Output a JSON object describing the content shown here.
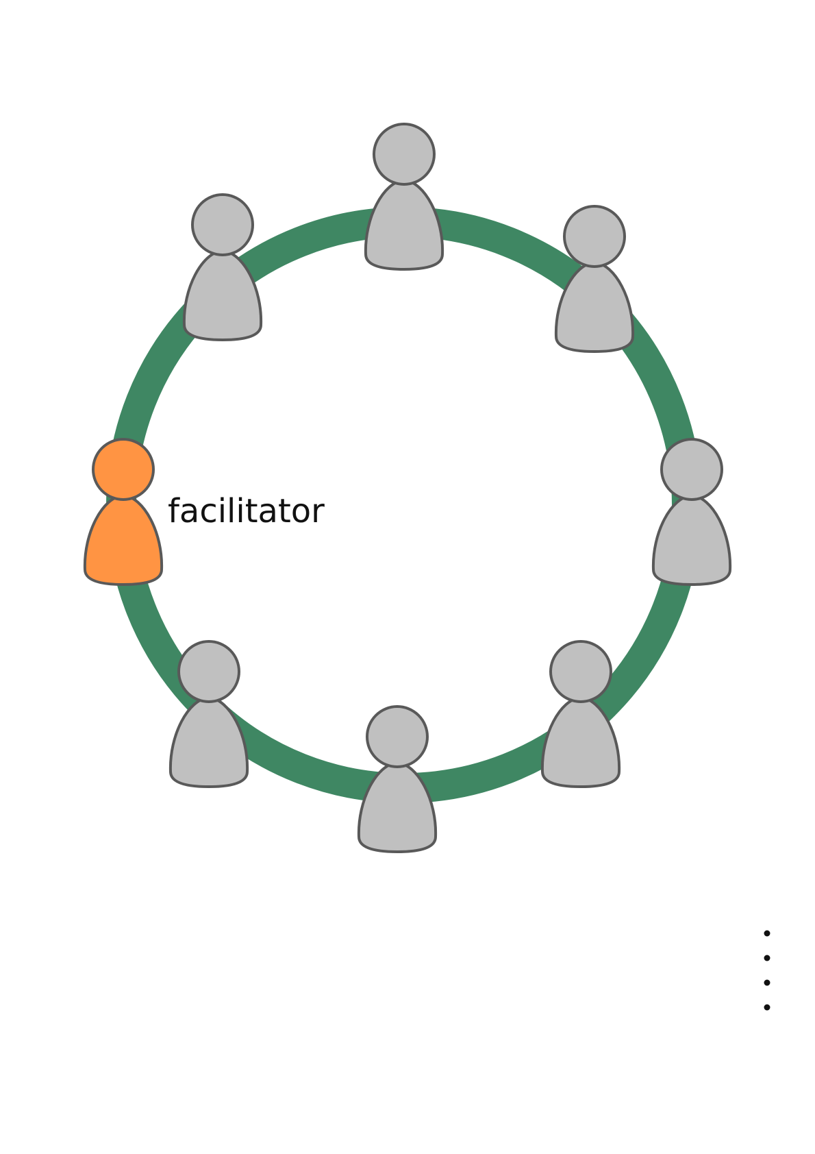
{
  "diagram": {
    "ring_color": "#3f8763",
    "participant_color": "#c0c0c0",
    "facilitator_color": "#ff9443",
    "outline_color": "#595959",
    "facilitator_label": "facilitator",
    "participants": [
      {
        "role": "participant"
      },
      {
        "role": "participant"
      },
      {
        "role": "participant"
      },
      {
        "role": "participant"
      },
      {
        "role": "participant"
      },
      {
        "role": "participant"
      },
      {
        "role": "participant"
      },
      {
        "role": "facilitator"
      }
    ],
    "more_indicator": {
      "icon": "vertical-ellipsis-icon",
      "dots": 4
    }
  }
}
